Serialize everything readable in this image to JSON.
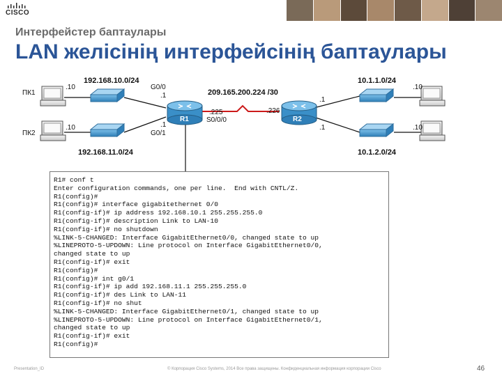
{
  "header": {
    "logo_text": "CISCO",
    "subtitle": "Интерфейстер баптаулары",
    "title": "LAN желісінің интерфейсінің баптаулары"
  },
  "diagram": {
    "pc1_label": "ПК1",
    "pc1_host": ".10",
    "pc2_label": "ПК2",
    "pc2_host": ".10",
    "lan1_net": "192.168.10.0/24",
    "lan2_net": "192.168.11.0/24",
    "r1_g00": "G0/0",
    "r1_g00_host": ".1",
    "r1_g01_host": ".1",
    "r1_g01": "G0/1",
    "r1_label": "R1",
    "wan_net": "209.165.200.224 /30",
    "r1_wan_host": ".225",
    "r1_s000": "S0/0/0",
    "r2_wan_host": ".226",
    "r2_label": "R2",
    "r2_lan1_host": ".1",
    "r2_lan2_host": ".1",
    "r2_lan1_net": "10.1.1.0/24",
    "r2_lan2_net": "10.1.2.0/24",
    "r2_pc1_host": ".10",
    "r2_pc2_host": ".10"
  },
  "console": {
    "lines": [
      "R1# conf t",
      "Enter configuration commands, one per line.  End with CNTL/Z.",
      "R1(config)#",
      "R1(config)# interface gigabitethernet 0/0",
      "R1(config-if)# ip address 192.168.10.1 255.255.255.0",
      "R1(config-if)# description Link to LAN-10",
      "R1(config-if)# no shutdown",
      "%LINK-5-CHANGED: Interface GigabitEthernet0/0, changed state to up",
      "%LINEPROTO-5-UPDOWN: Line protocol on Interface GigabitEthernet0/0,",
      "changed state to up",
      "R1(config-if)# exit",
      "R1(config)#",
      "R1(config)# int g0/1",
      "R1(config-if)# ip add 192.168.11.1 255.255.255.0",
      "R1(config-if)# des Link to LAN-11",
      "R1(config-if)# no shut",
      "%LINK-5-CHANGED: Interface GigabitEthernet0/1, changed state to up",
      "%LINEPROTO-5-UPDOWN: Line protocol on Interface GigabitEthernet0/1,",
      "changed state to up",
      "R1(config-if)# exit",
      "R1(config)#"
    ]
  },
  "footer": {
    "left": "Presentation_ID",
    "middle": "© Корпорация Cisco Systems, 2014 Все права защищены.   Конфиденциальная информация корпорации Cisco",
    "page": "46"
  },
  "colors": {
    "title": "#2b5597",
    "subtitle": "#6b6b6b",
    "device": "#3a8fc8",
    "wan_link": "#cc1a1a"
  }
}
